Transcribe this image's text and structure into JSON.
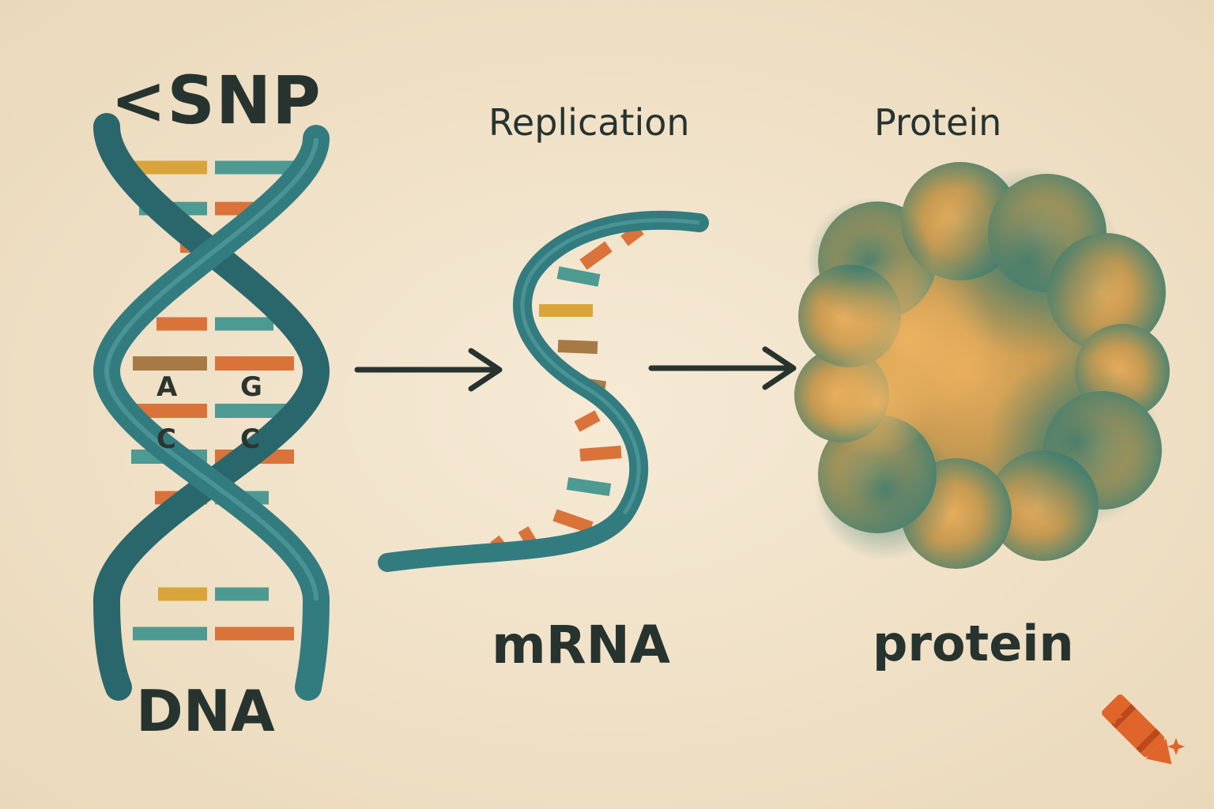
{
  "labels": {
    "snp": "<SNP",
    "replication": "Replication",
    "protein_title": "Protein",
    "dna": "DNA",
    "mrna": "mRNA",
    "protein": "protein"
  },
  "bases": {
    "left_top": "A",
    "right_top": "G",
    "left_bottom": "C",
    "right_bottom": "C"
  },
  "colors": {
    "paper": "#f3e6cf",
    "strand": "#2f7479",
    "teal": "#4d9a92",
    "orange": "#d9733a",
    "mustard": "#d9a53a",
    "brown": "#a77a45",
    "ink": "#27332f",
    "protein_green": "#3e8374",
    "protein_yellow": "#e0a653",
    "crayon": "#e0652a"
  },
  "icons": {
    "forward_arrow": "right-arrow-icon",
    "brand": "crayon-icon"
  }
}
